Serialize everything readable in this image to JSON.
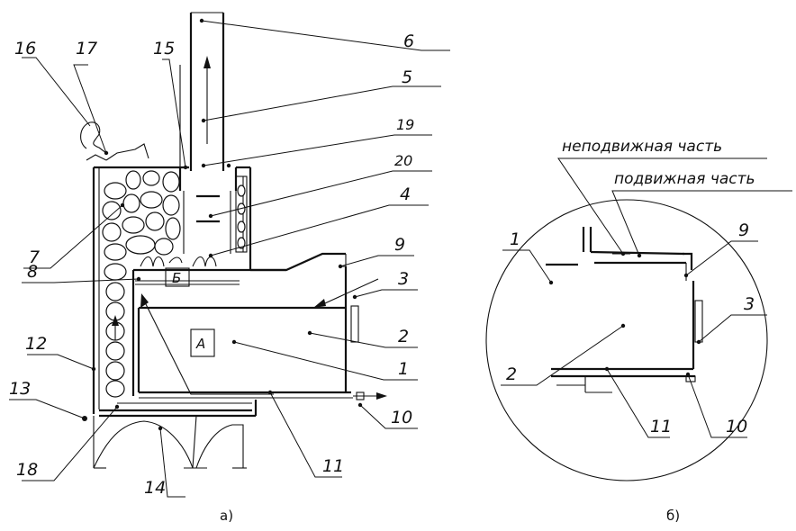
{
  "captions": {
    "a": "а)",
    "b": "б)"
  },
  "zone_labels": {
    "A": "А",
    "B": "Б"
  },
  "left_numbers": [
    "1",
    "2",
    "3",
    "4",
    "5",
    "6",
    "7",
    "8",
    "9",
    "10",
    "11",
    "12",
    "13",
    "14",
    "15",
    "16",
    "17",
    "18",
    "19",
    "20"
  ],
  "right_labels": {
    "fixed": "неподвижная часть",
    "movable": "подвижная часть",
    "numbers": [
      "1",
      "2",
      "3",
      "9",
      "10",
      "11"
    ]
  }
}
